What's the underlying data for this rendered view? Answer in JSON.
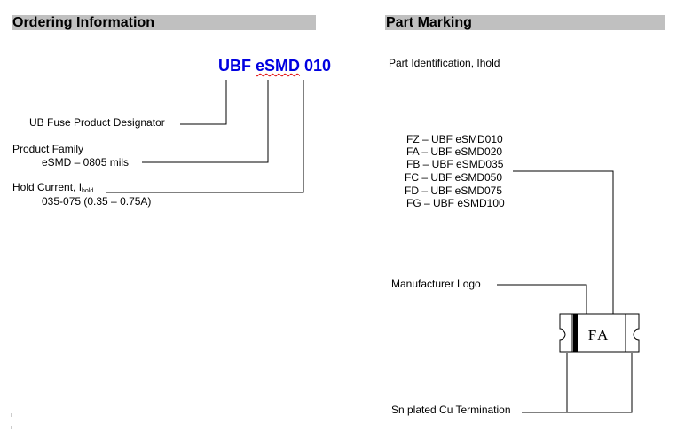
{
  "ordering": {
    "heading": "Ordering Information",
    "part_prefix": "UBF ",
    "part_series": "eSMD",
    "part_suffix": " 010",
    "designator": "UB Fuse Product Designator",
    "family_label": "Product Family",
    "family_value": "eSMD – 0805 mils",
    "hold_label": "Hold Current, I",
    "hold_sub": "hold",
    "hold_value": "035-075 (0.35 – 0.75A)"
  },
  "marking": {
    "heading": "Part Marking",
    "ident": "Part Identification, Ihold",
    "codes": [
      "FZ – UBF eSMD010",
      "FA – UBF eSMD020",
      "FB – UBF eSMD035",
      "FC – UBF eSMD050",
      "FD – UBF eSMD075",
      "FG – UBF eSMD100"
    ],
    "logo_label": "Manufacturer Logo",
    "chip_text": "FA",
    "termination_label": "Sn plated Cu Termination"
  }
}
